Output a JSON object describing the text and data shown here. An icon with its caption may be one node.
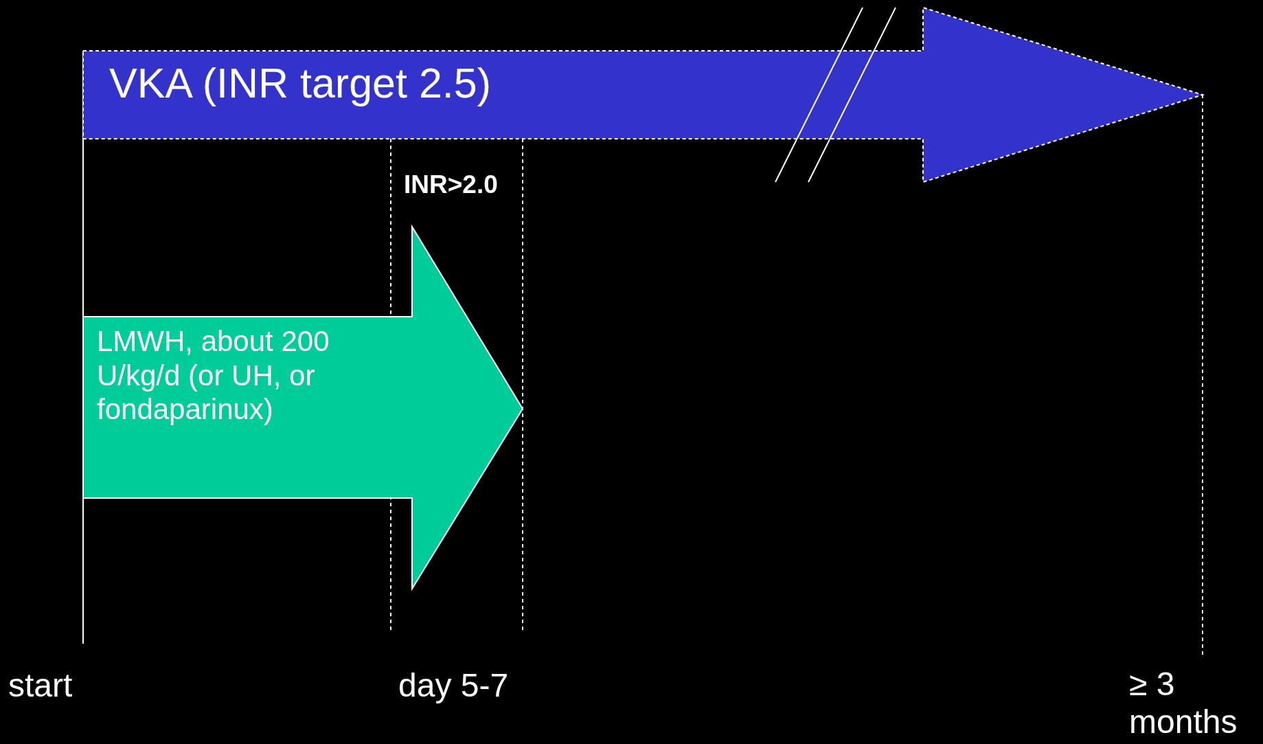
{
  "diagram": {
    "nodes": [
      {
        "text": [
          "VKA (INR target 2.5)"
        ]
      },
      {
        "text": [
          "LMWH, about 200 U/kg/d  (or UH, or fondaparinux)"
        ]
      }
    ],
    "labels": [
      "INR>2.0",
      "start",
      "day 5-7",
      "≥ 3 months"
    ]
  }
}
